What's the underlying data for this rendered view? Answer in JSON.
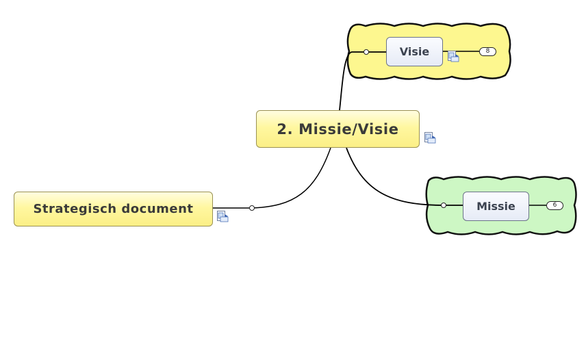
{
  "central_topic": {
    "label": "2. Missie/Visie"
  },
  "main_topic": {
    "label": "Strategisch document"
  },
  "subtopics": [
    {
      "label": "Visie",
      "count": "8",
      "boundary_color": "#fdf78f"
    },
    {
      "label": "Missie",
      "count": "6",
      "boundary_color": "#cdf7c4"
    }
  ],
  "icons": [
    "linked-document-icon"
  ],
  "colors": {
    "topic_fill": "#fff7a0",
    "subtopic_fill": "#e6ebf6",
    "connector": "#000000"
  }
}
